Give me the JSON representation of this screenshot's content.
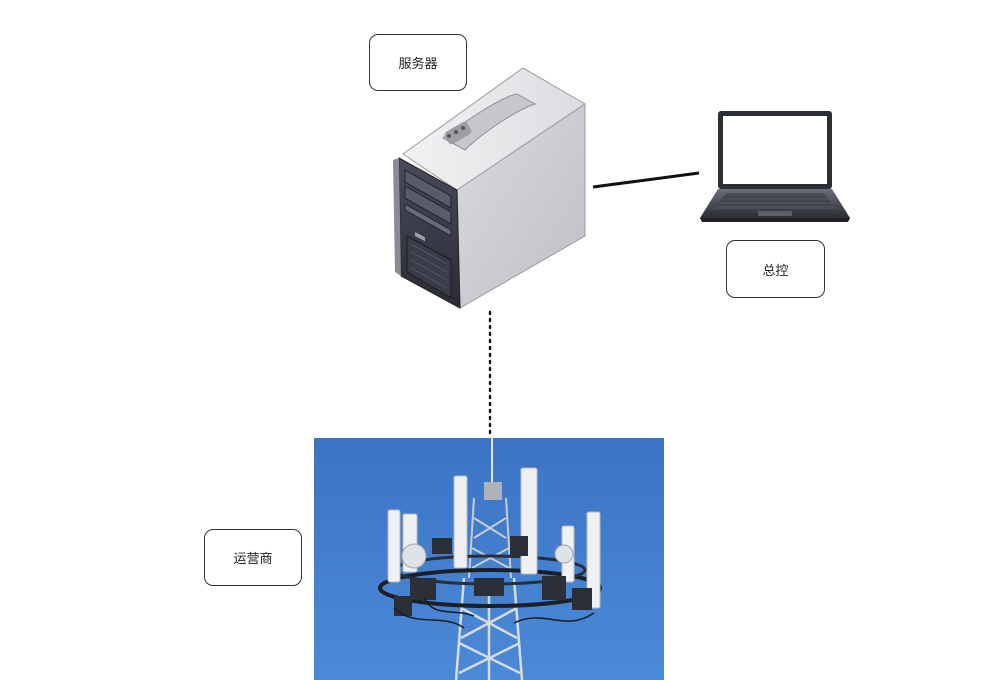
{
  "nodes": {
    "server": {
      "label": "服务器",
      "icon": "server-tower-icon"
    },
    "control": {
      "label": "总控",
      "icon": "laptop-icon"
    },
    "operator": {
      "label": "运营商",
      "icon": "cell-tower-photo"
    }
  },
  "connections": [
    {
      "from": "server",
      "to": "control",
      "style": "solid"
    },
    {
      "from": "server",
      "to": "operator",
      "style": "dotted"
    }
  ],
  "colors": {
    "sky": "#3f7fd0",
    "server_body": "#cfd0d4",
    "server_front": "#3a3b48",
    "laptop_screen": "#ffffff",
    "laptop_body": "#2d2f36"
  }
}
